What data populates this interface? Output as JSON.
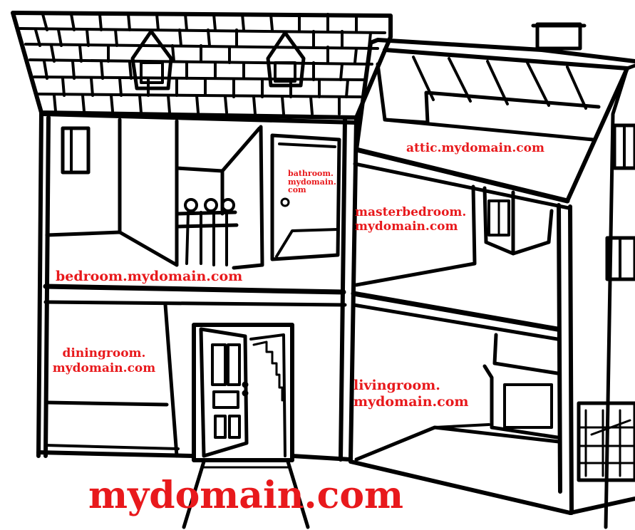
{
  "labels": {
    "attic": "attic.mydomain.com",
    "bathroom": "bathroom.\nmydomain.\ncom",
    "masterbedroom": "masterbedroom.\nmydomain.com",
    "bedroom": "bedroom.mydomain.com",
    "diningroom": "diningroom.\nmydomain.com",
    "livingroom": "livingroom.\nmydomain.com",
    "main": "mydomain.com"
  },
  "colors": {
    "label": "#e8191c",
    "ink": "#000000",
    "paper": "#ffffff"
  }
}
